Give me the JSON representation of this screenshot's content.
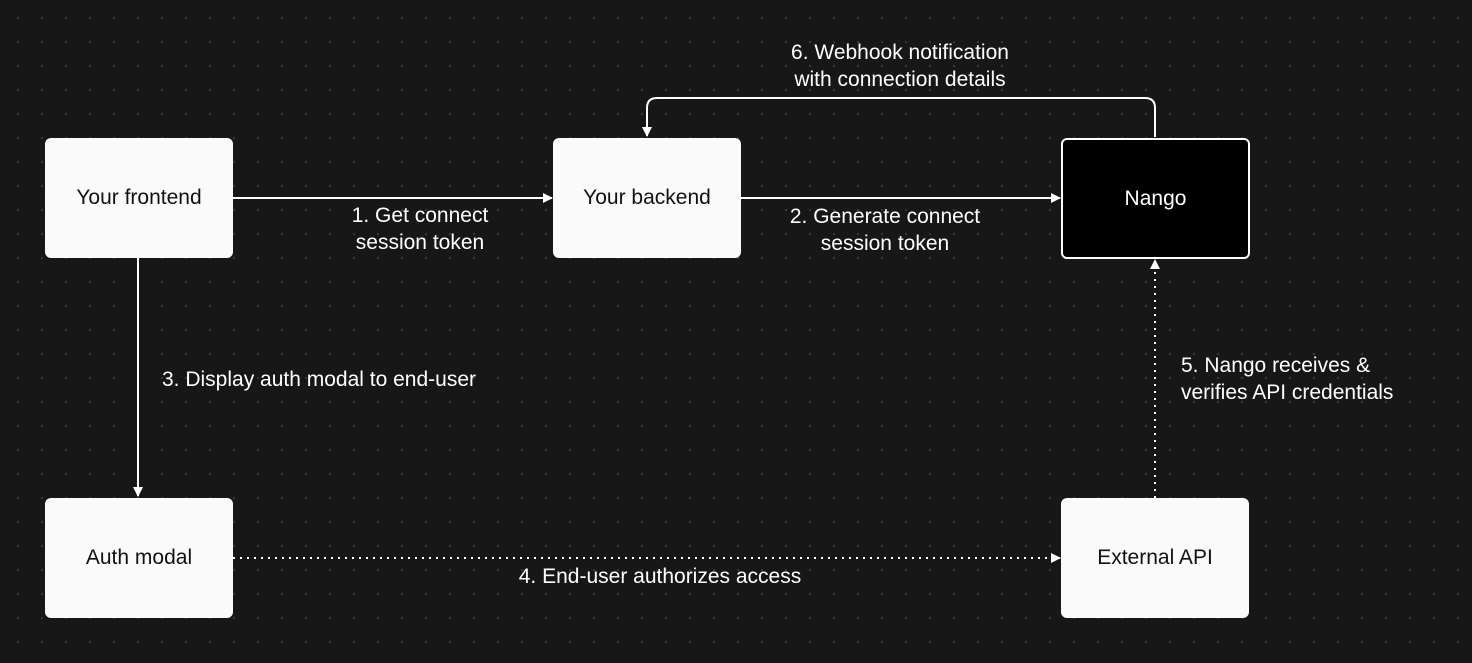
{
  "colors": {
    "background": "#171717",
    "node_fill": "#fafafa",
    "node_text": "#111111",
    "highlight_fill": "#000000",
    "highlight_text": "#ffffff",
    "line": "#ffffff"
  },
  "nodes": {
    "frontend": "Your frontend",
    "backend": "Your backend",
    "nango": "Nango",
    "auth_modal": "Auth modal",
    "external_api": "External API"
  },
  "edges": {
    "step1": [
      "1. Get connect",
      "session token"
    ],
    "step2": [
      "2. Generate connect",
      "session token"
    ],
    "step3": "3. Display auth modal to end-user",
    "step4": "4. End-user authorizes access",
    "step5": [
      "5. Nango receives &",
      "verifies API credentials"
    ],
    "step6": [
      "6. Webhook notification",
      "with connection details"
    ]
  }
}
